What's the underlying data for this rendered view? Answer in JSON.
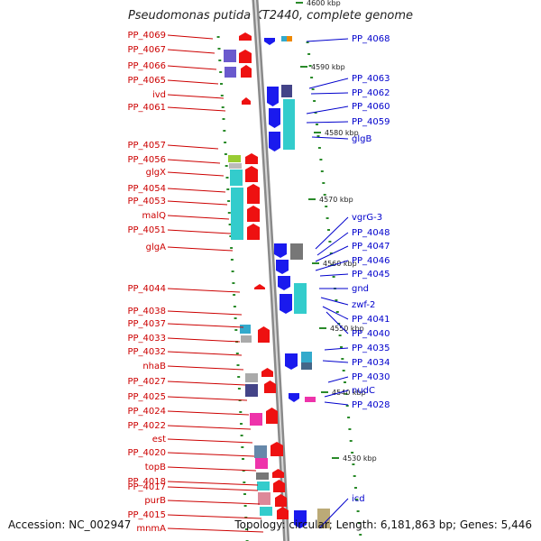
{
  "title": "Pseudomonas putida KT2440, complete genome",
  "footer": {
    "accession": "Accession: NC_002947",
    "topology": "Topology: circular; Length: 6,181,863 bp; Genes: 5,446"
  },
  "colors": {
    "left_labels": "#cc0000",
    "right_labels": "#0000cc",
    "backbone": "#8a8a8a",
    "dots": "#2a8a2a",
    "cog_cyan": "#33cccc",
    "cog_grey": "#888888"
  },
  "kbp_ticks": [
    "4600 kbp",
    "4590 kbp",
    "4580 kbp",
    "4570 kbp",
    "4560 kbp",
    "4550 kbp",
    "4540 kbp",
    "4530 kbp"
  ],
  "left_genes": [
    "PP_4069",
    "PP_4067",
    "PP_4066",
    "PP_4065",
    "ivd",
    "PP_4061",
    "PP_4057",
    "PP_4056",
    "glgX",
    "PP_4054",
    "PP_4053",
    "malQ",
    "PP_4051",
    "glgA",
    "PP_4044",
    "PP_4038",
    "PP_4037",
    "PP_4033",
    "PP_4032",
    "nhaB",
    "PP_4027",
    "PP_4025",
    "PP_4024",
    "PP_4022",
    "est",
    "PP_4020",
    "topB",
    "PP_4018",
    "PP_4017",
    "purB",
    "PP_4015",
    "mnmA"
  ],
  "right_genes": [
    "PP_4068",
    "PP_4063",
    "PP_4062",
    "PP_4060",
    "PP_4059",
    "glgB",
    "vgrG-3",
    "PP_4048",
    "PP_4047",
    "PP_4046",
    "PP_4045",
    "gnd",
    "zwf-2",
    "PP_4041",
    "PP_4040",
    "PP_4035",
    "PP_4034",
    "PP_4030",
    "nudC",
    "PP_4028",
    "icd"
  ]
}
